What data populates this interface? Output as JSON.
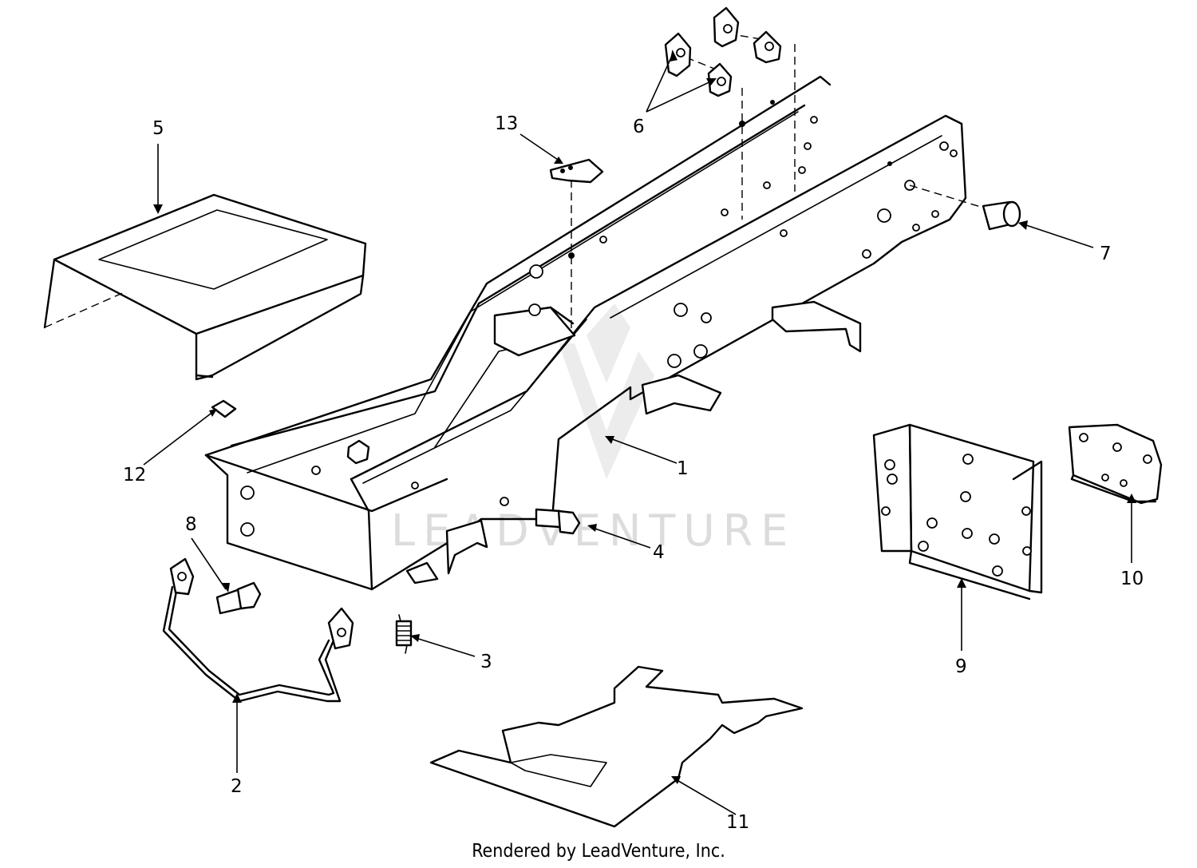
{
  "watermark": {
    "text": "LEADVENTURE"
  },
  "callouts": [
    "1",
    "2",
    "3",
    "4",
    "5",
    "6",
    "7",
    "8",
    "9",
    "10",
    "11",
    "12",
    "13"
  ],
  "footer": "Rendered by LeadVenture, Inc."
}
